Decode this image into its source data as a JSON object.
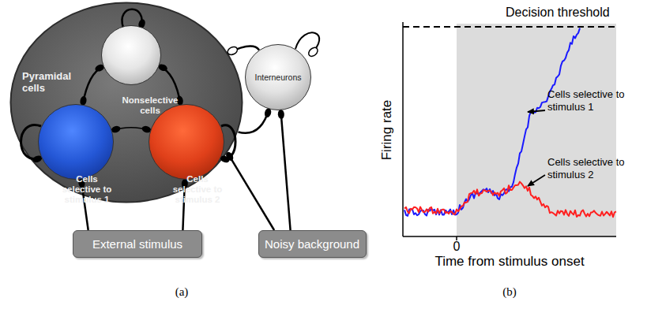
{
  "diagram": {
    "nodes": [
      {
        "text": [
          "Pyramidal cells"
        ]
      },
      {
        "text": [
          "Nonselective cells"
        ],
        "in": 0
      },
      {
        "text": [
          "Cells selective to stimulus 1"
        ],
        "in": 0
      },
      {
        "text": [
          "Cells selective to stimulus 2"
        ],
        "in": 0
      },
      {
        "text": [
          "Interneurons"
        ]
      },
      {
        "text": [
          "External stimulus"
        ]
      },
      {
        "text": [
          "Noisy background"
        ]
      }
    ],
    "edges": [
      {
        "from": 1,
        "to": 2,
        "arrow": "both"
      },
      {
        "from": 1,
        "to": 3,
        "arrow": "both"
      },
      {
        "from": 2,
        "to": 3,
        "arrow": "both"
      },
      {
        "from": 0,
        "to": 4,
        "arrow": "to"
      },
      {
        "from": 4,
        "to": 0,
        "arrow": "to"
      },
      {
        "from": 5,
        "to": 2,
        "arrow": "to"
      },
      {
        "from": 5,
        "to": 3,
        "arrow": "to"
      },
      {
        "from": 6,
        "to": 0,
        "arrow": "to"
      },
      {
        "from": 6,
        "to": 4,
        "arrow": "to"
      }
    ],
    "labels": [
      "Decision threshold",
      "Cells selective to stimulus 1",
      "Cells selective to stimulus 2",
      "Firing rate",
      "0",
      "Time from stimulus onset",
      "(a)",
      "(b)"
    ]
  }
}
